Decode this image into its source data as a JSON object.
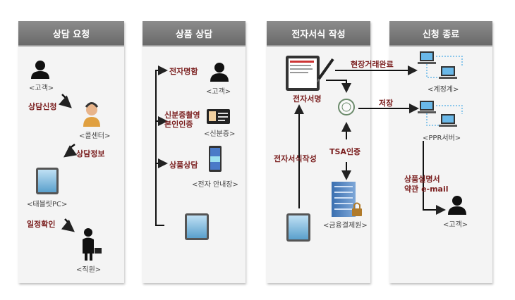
{
  "panels": [
    {
      "title": "상담 요청"
    },
    {
      "title": "상품 상담"
    },
    {
      "title": "전자서식 작성"
    },
    {
      "title": "신청 종료"
    }
  ],
  "p1": {
    "customer_label": "<고객>",
    "step_consult_request": "상담신청",
    "callcenter_label": "<콜센터>",
    "step_consult_info": "상담정보",
    "tablet_label": "<태블릿PC>",
    "step_schedule_confirm": "일정확인",
    "staff_label": "<직원>"
  },
  "p2": {
    "step_e_visit": "전자명함",
    "customer_label": "<고객>",
    "step_id_line1": "신분증촬영",
    "step_id_line2": "본인인증",
    "idcard_label": "<신분증>",
    "step_product": "상품상담",
    "brochure_label": "<전자 안내장>"
  },
  "p3": {
    "signature_label": "전자서명",
    "field_deal_complete": "현장거래완료",
    "store_label": "저장",
    "tsa_label": "TSA인증",
    "form_write_label": "전자서식작성",
    "fin_label": "<금융결제원>"
  },
  "p4": {
    "account_label": "<계정계>",
    "ppr_label": "<PPR서버>",
    "email_line1": "상품설명서",
    "email_line2": "약관 e-mail",
    "customer_label": "<고객>"
  },
  "colors": {
    "header": "#7a7a7a",
    "panel_bg": "#f4f4f4",
    "red_text": "#7b1f1f",
    "arrow": "#222222"
  }
}
